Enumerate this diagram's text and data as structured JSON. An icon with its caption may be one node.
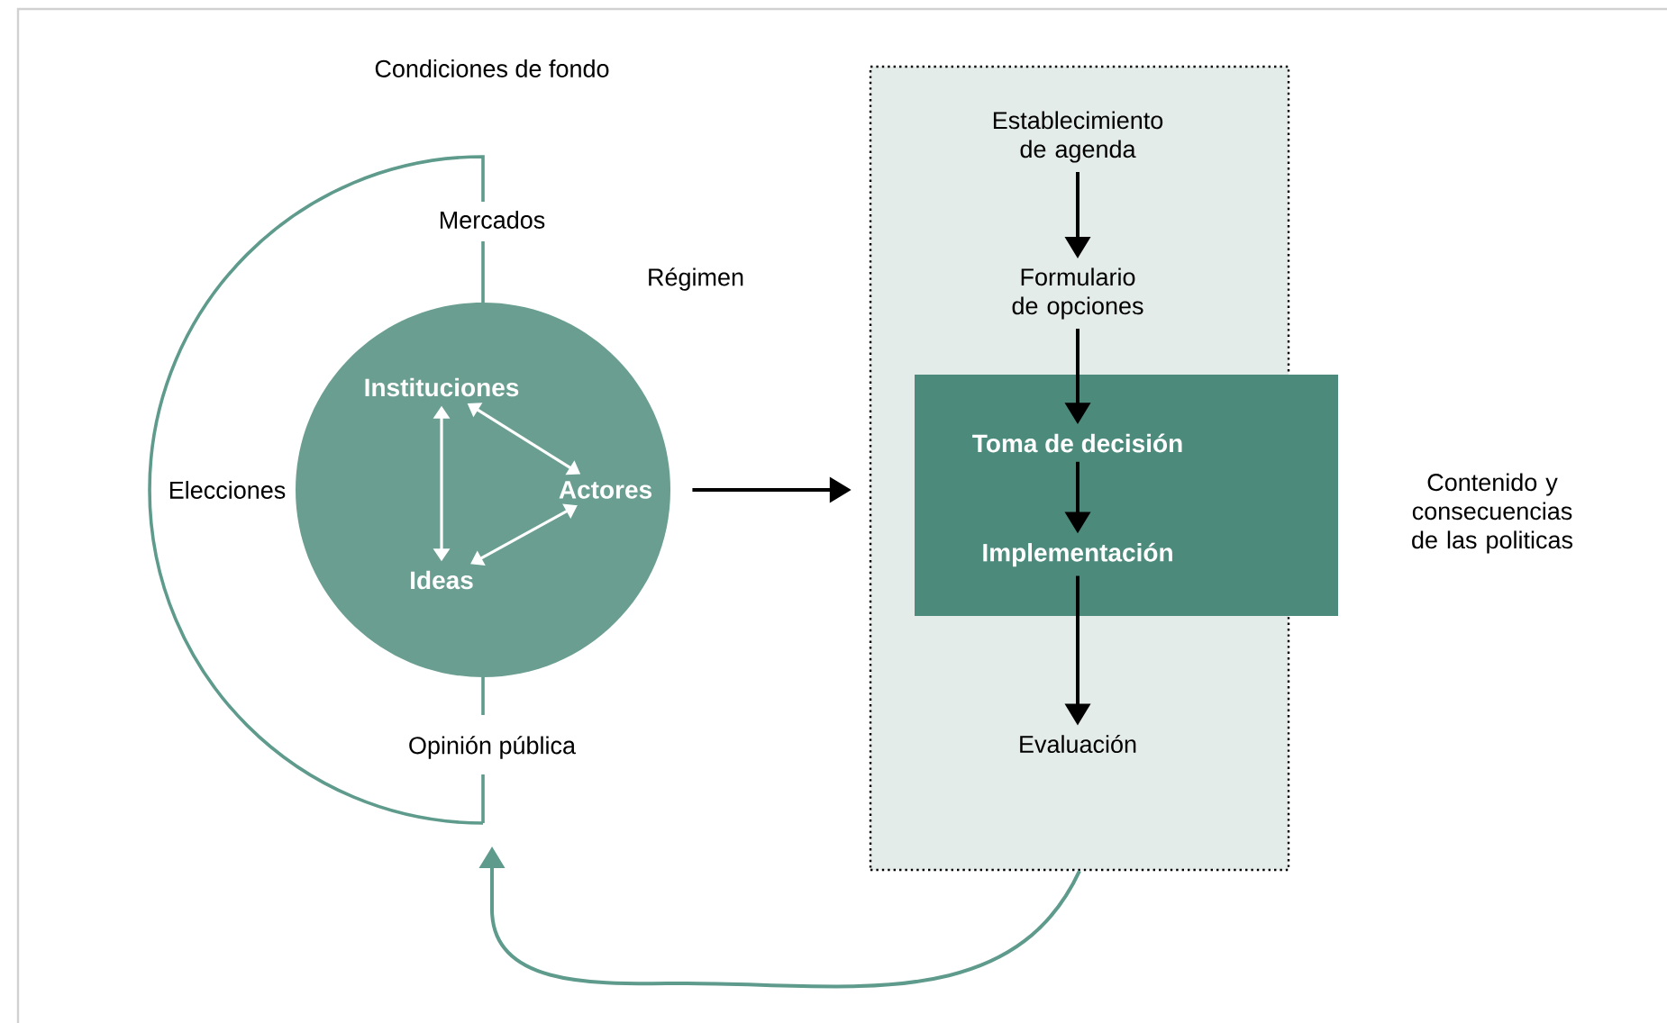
{
  "diagram": {
    "nodes": [
      {
        "text": [],
        "shape": "circle"
      },
      {
        "text": [
          "Instituciones"
        ],
        "in": 0
      },
      {
        "text": [
          "Actores"
        ],
        "in": 0
      },
      {
        "text": [
          "Ideas"
        ],
        "in": 0
      },
      {
        "text": [],
        "shape": "box"
      },
      {
        "text": [
          "Establecimiento de agenda"
        ],
        "in": 4
      },
      {
        "text": [
          "Formulario de opciones"
        ],
        "in": 4
      },
      {
        "text": [],
        "shape": "box"
      },
      {
        "text": [
          "Toma de decisión"
        ],
        "in": 7
      },
      {
        "text": [
          "Implementación"
        ],
        "in": 7
      },
      {
        "text": [
          "Evaluación"
        ],
        "in": 4
      }
    ],
    "edges": [
      {
        "from": 1,
        "to": 3,
        "arrow": "both",
        "color": "#ffffff"
      },
      {
        "from": 1,
        "to": 2,
        "arrow": "both",
        "color": "#ffffff"
      },
      {
        "from": 3,
        "to": 2,
        "arrow": "both",
        "color": "#ffffff"
      },
      {
        "from": 0,
        "to": 4,
        "arrow": "to"
      },
      {
        "from": 5,
        "to": 6,
        "arrow": "to"
      },
      {
        "from": 6,
        "to": 8,
        "arrow": "to"
      },
      {
        "from": 8,
        "to": 9,
        "arrow": "to"
      },
      {
        "from": 9,
        "to": 10,
        "arrow": "to"
      },
      {
        "from": 4,
        "to": null,
        "arrow": "to",
        "color": "#5e9b8c"
      }
    ],
    "labels": [
      "Condiciones de fondo",
      "Mercados",
      "Régimen",
      "Elecciones",
      "Contenido y consecuencias de las politicas",
      "Opinión pública"
    ]
  }
}
